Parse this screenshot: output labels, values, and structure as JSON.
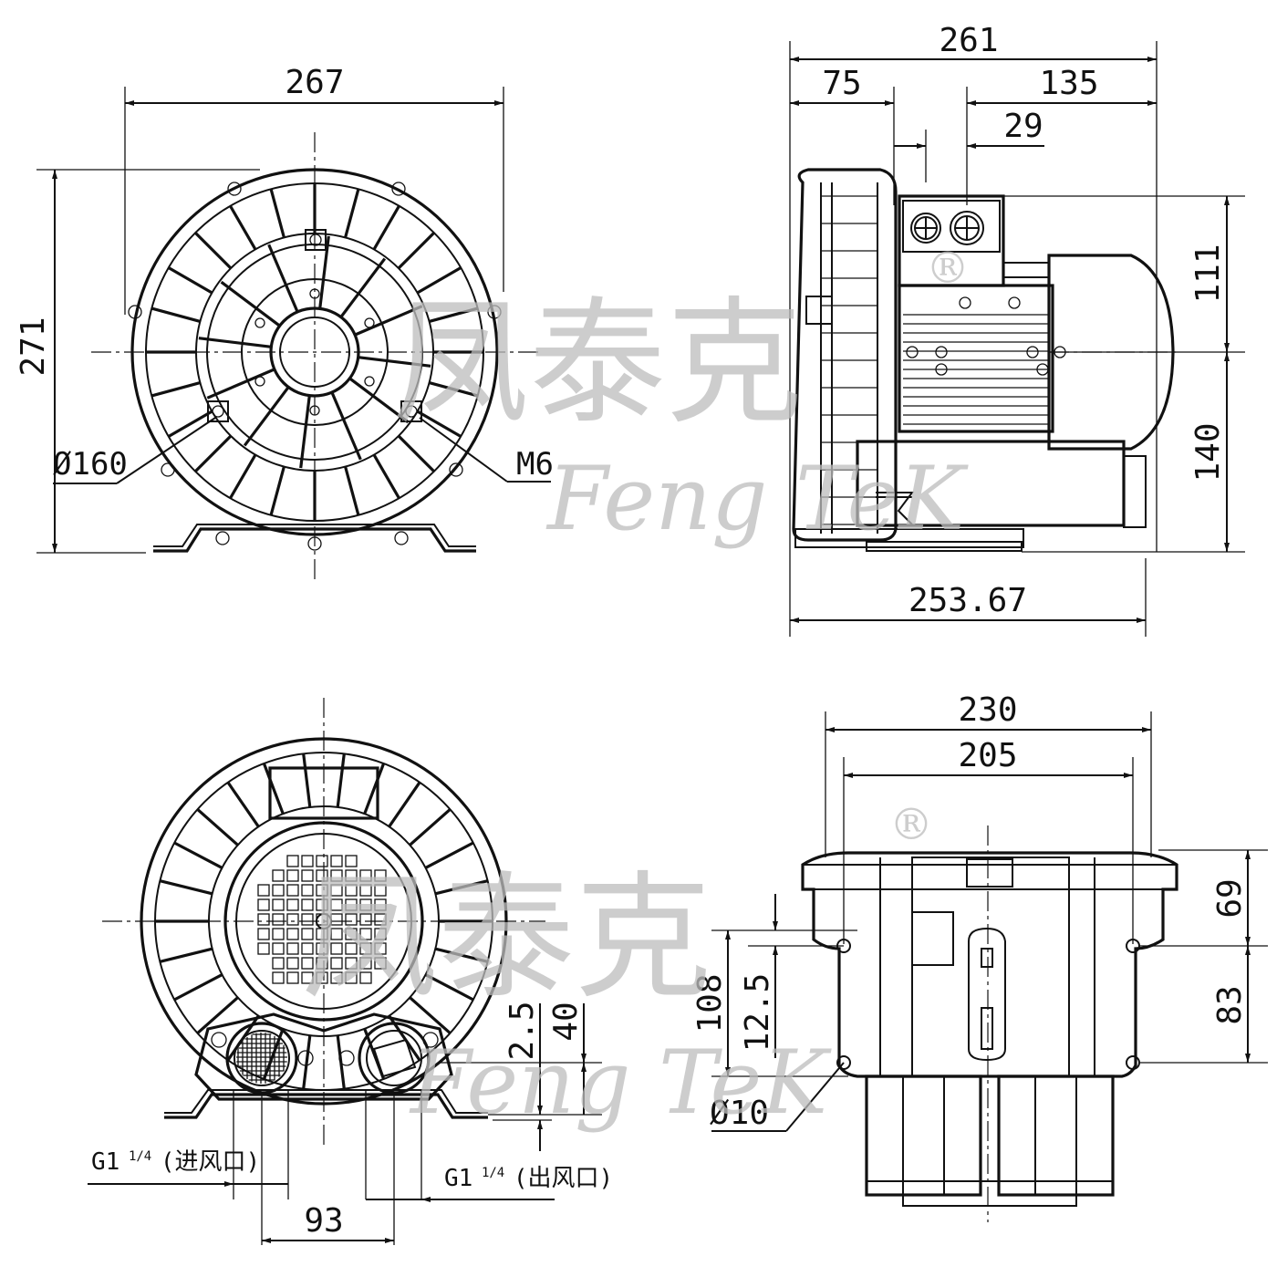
{
  "watermark": {
    "brand_cn": "凤泰克",
    "brand_en": "Feng TeK",
    "registered_mark": "®"
  },
  "views": {
    "front": {
      "dim_width": "267",
      "dim_height": "271",
      "dim_diameter": "Ø160",
      "dim_bolt": "M6"
    },
    "side": {
      "dim_total": "261",
      "dim_left": "75",
      "dim_right": "135",
      "dim_small": "29",
      "dim_upper": "111",
      "dim_lower": "140",
      "dim_bottom": "253.67"
    },
    "rear": {
      "dim_small": "2.5",
      "dim_port_height": "40",
      "dim_port_spacing": "93",
      "inlet_prefix": "G1",
      "inlet_sup": "1/4",
      "inlet_label": "(进风口)",
      "outlet_prefix": "G1",
      "outlet_sup": "1/4",
      "outlet_label": "(出风口)"
    },
    "bottom": {
      "dim_outer": "230",
      "dim_inner": "205",
      "dim_upper": "69",
      "dim_lower": "83",
      "dim_left_tall": "108",
      "dim_left_small": "12.5",
      "dim_hole": "Ø10"
    }
  }
}
